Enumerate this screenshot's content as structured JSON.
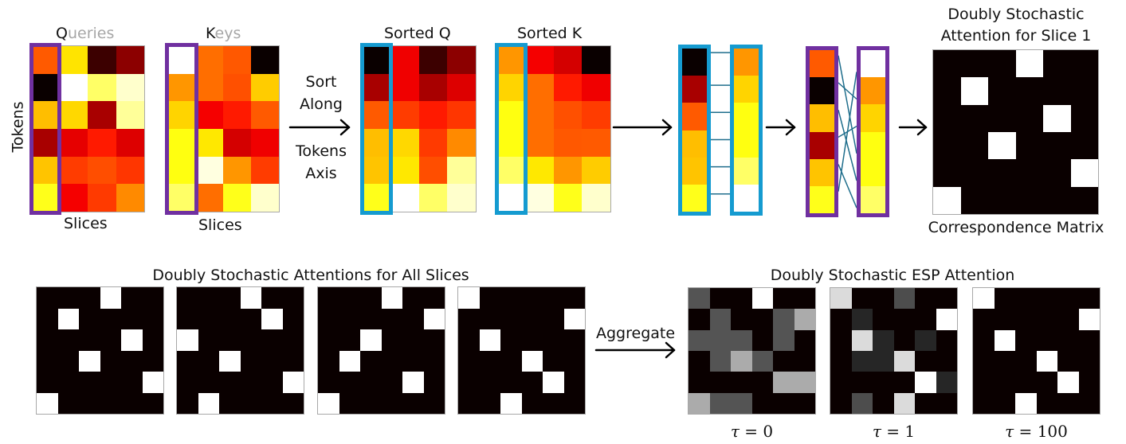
{
  "top": {
    "queries_label": {
      "first": "Q",
      "rest": "ueries"
    },
    "keys_label": {
      "first": "K",
      "rest": "eys"
    },
    "tokens_axis_label": "Tokens",
    "slices_label_q": "Slices",
    "slices_label_k": "Slices",
    "sort_text": [
      "Sort",
      "Along",
      "Tokens",
      "Axis"
    ],
    "sorted_q_label": "Sorted Q",
    "sorted_k_label": "Sorted K",
    "slice1_title_line1": "Doubly Stochastic",
    "slice1_title_line2": "Attention for Slice 1",
    "correspondence_label": "Correspondence Matrix"
  },
  "bottom": {
    "all_slices_title": "Doubly Stochastic Attentions for All Slices",
    "aggregate_label": "Aggregate",
    "esp_title": "Doubly Stochastic ESP Attention",
    "tau_labels": [
      {
        "symbol": "τ",
        "value": "0"
      },
      {
        "symbol": "τ",
        "value": "1"
      },
      {
        "symbol": "τ",
        "value": "100"
      }
    ]
  },
  "colors": {
    "purple_box": "#7030a0",
    "blue_box": "#159bd0",
    "connector_line": "#1f6e8c",
    "matrix_black": "#0a0000"
  },
  "heatmaps": {
    "queries": [
      [
        "#ff5a00",
        "#ffe400",
        "#3c0000",
        "#8c0000"
      ],
      [
        "#0a0000",
        "#ffffff",
        "#ffff66",
        "#ffffcc"
      ],
      [
        "#ffbe00",
        "#ffd800",
        "#a80000",
        "#ffff99"
      ],
      [
        "#a80000",
        "#e60000",
        "#ff1a00",
        "#dd0000"
      ],
      [
        "#ffc400",
        "#ff3c00",
        "#ff4e00",
        "#ff3600"
      ],
      [
        "#ffff1a",
        "#f50000",
        "#ff3a00",
        "#ff8a00"
      ]
    ],
    "keys": [
      [
        "#ffffff",
        "#ff6e00",
        "#ff5800",
        "#0a0000"
      ],
      [
        "#ff9600",
        "#ff6e00",
        "#ff5000",
        "#ffcc00"
      ],
      [
        "#ffd400",
        "#f50000",
        "#ff1a00",
        "#ff5a00"
      ],
      [
        "#ffff10",
        "#ffe800",
        "#d40000",
        "#f00000"
      ],
      [
        "#ffff10",
        "#ffffe0",
        "#ff9600",
        "#ff3c00"
      ],
      [
        "#ffff66",
        "#ff6e00",
        "#ffff1a",
        "#ffffcc"
      ]
    ],
    "sorted_q": [
      [
        "#0a0000",
        "#f00000",
        "#3c0000",
        "#8c0000"
      ],
      [
        "#a80000",
        "#f00000",
        "#a80000",
        "#dd0000"
      ],
      [
        "#ff5a00",
        "#ff3c00",
        "#ff1a00",
        "#ff3600"
      ],
      [
        "#ffbe00",
        "#ffd800",
        "#ff3a00",
        "#ff8a00"
      ],
      [
        "#ffc400",
        "#ffe800",
        "#ff4e00",
        "#ffff99"
      ],
      [
        "#ffff1a",
        "#ffffff",
        "#ffff66",
        "#ffffcc"
      ]
    ],
    "sorted_k": [
      [
        "#ff9600",
        "#f50000",
        "#d40000",
        "#0a0000"
      ],
      [
        "#ffd400",
        "#ff6e00",
        "#ff1a00",
        "#f00000"
      ],
      [
        "#ffff10",
        "#ff6e00",
        "#ff5000",
        "#ff3c00"
      ],
      [
        "#ffff10",
        "#ff6e00",
        "#ff5800",
        "#ff5a00"
      ],
      [
        "#ffff66",
        "#ffe800",
        "#ff9600",
        "#ffcc00"
      ],
      [
        "#ffffff",
        "#ffffe0",
        "#ffff1a",
        "#ffffcc"
      ]
    ],
    "sorted_q_slice1": [
      "#0a0000",
      "#a80000",
      "#ff5a00",
      "#ffbe00",
      "#ffc400",
      "#ffff1a"
    ],
    "sorted_k_slice1": [
      "#ff9600",
      "#ffd400",
      "#ffff10",
      "#ffff10",
      "#ffff66",
      "#ffffff"
    ],
    "q_slice1": [
      "#ff5a00",
      "#0a0000",
      "#ffbe00",
      "#a80000",
      "#ffc400",
      "#ffff1a"
    ],
    "k_slice1": [
      "#ffffff",
      "#ff9600",
      "#ffd400",
      "#ffff10",
      "#ffff10",
      "#ffff66"
    ]
  },
  "matrices": {
    "slice1_permutation": [
      3,
      1,
      4,
      2,
      5,
      0
    ],
    "all_slices_permutations": [
      [
        3,
        1,
        4,
        2,
        5,
        0
      ],
      [
        3,
        4,
        0,
        2,
        5,
        1
      ],
      [
        3,
        5,
        2,
        1,
        4,
        0
      ],
      [
        0,
        5,
        1,
        3,
        4,
        2
      ]
    ],
    "esp": {
      "tau_0": [
        [
          0.33,
          0,
          0,
          1,
          0,
          0
        ],
        [
          0,
          0.33,
          0,
          0,
          0.33,
          0.67
        ],
        [
          0.33,
          0.33,
          0.33,
          0,
          0.33,
          0
        ],
        [
          0,
          0.33,
          0.67,
          0.33,
          0,
          0
        ],
        [
          0,
          0,
          0,
          0,
          0.67,
          0.67
        ],
        [
          0.67,
          0.33,
          0.33,
          0,
          0,
          0
        ]
      ],
      "tau_1": [
        [
          0.86,
          0,
          0,
          0.3,
          0,
          0
        ],
        [
          0,
          0.15,
          0,
          0,
          0,
          1
        ],
        [
          0,
          0.86,
          0.15,
          0,
          0.15,
          0
        ],
        [
          0,
          0.15,
          0.15,
          0.86,
          0,
          0
        ],
        [
          0,
          0,
          0,
          0,
          1,
          0.15
        ],
        [
          0,
          0.3,
          0,
          0.86,
          0,
          0
        ]
      ],
      "tau_100": [
        [
          1,
          0,
          0,
          0,
          0,
          0
        ],
        [
          0,
          0,
          0,
          0,
          0,
          1
        ],
        [
          0,
          1,
          0,
          0,
          0,
          0
        ],
        [
          0,
          0,
          0,
          1,
          0,
          0
        ],
        [
          0,
          0,
          0,
          0,
          1,
          0
        ],
        [
          0,
          0,
          1,
          0,
          0,
          0
        ]
      ]
    }
  }
}
